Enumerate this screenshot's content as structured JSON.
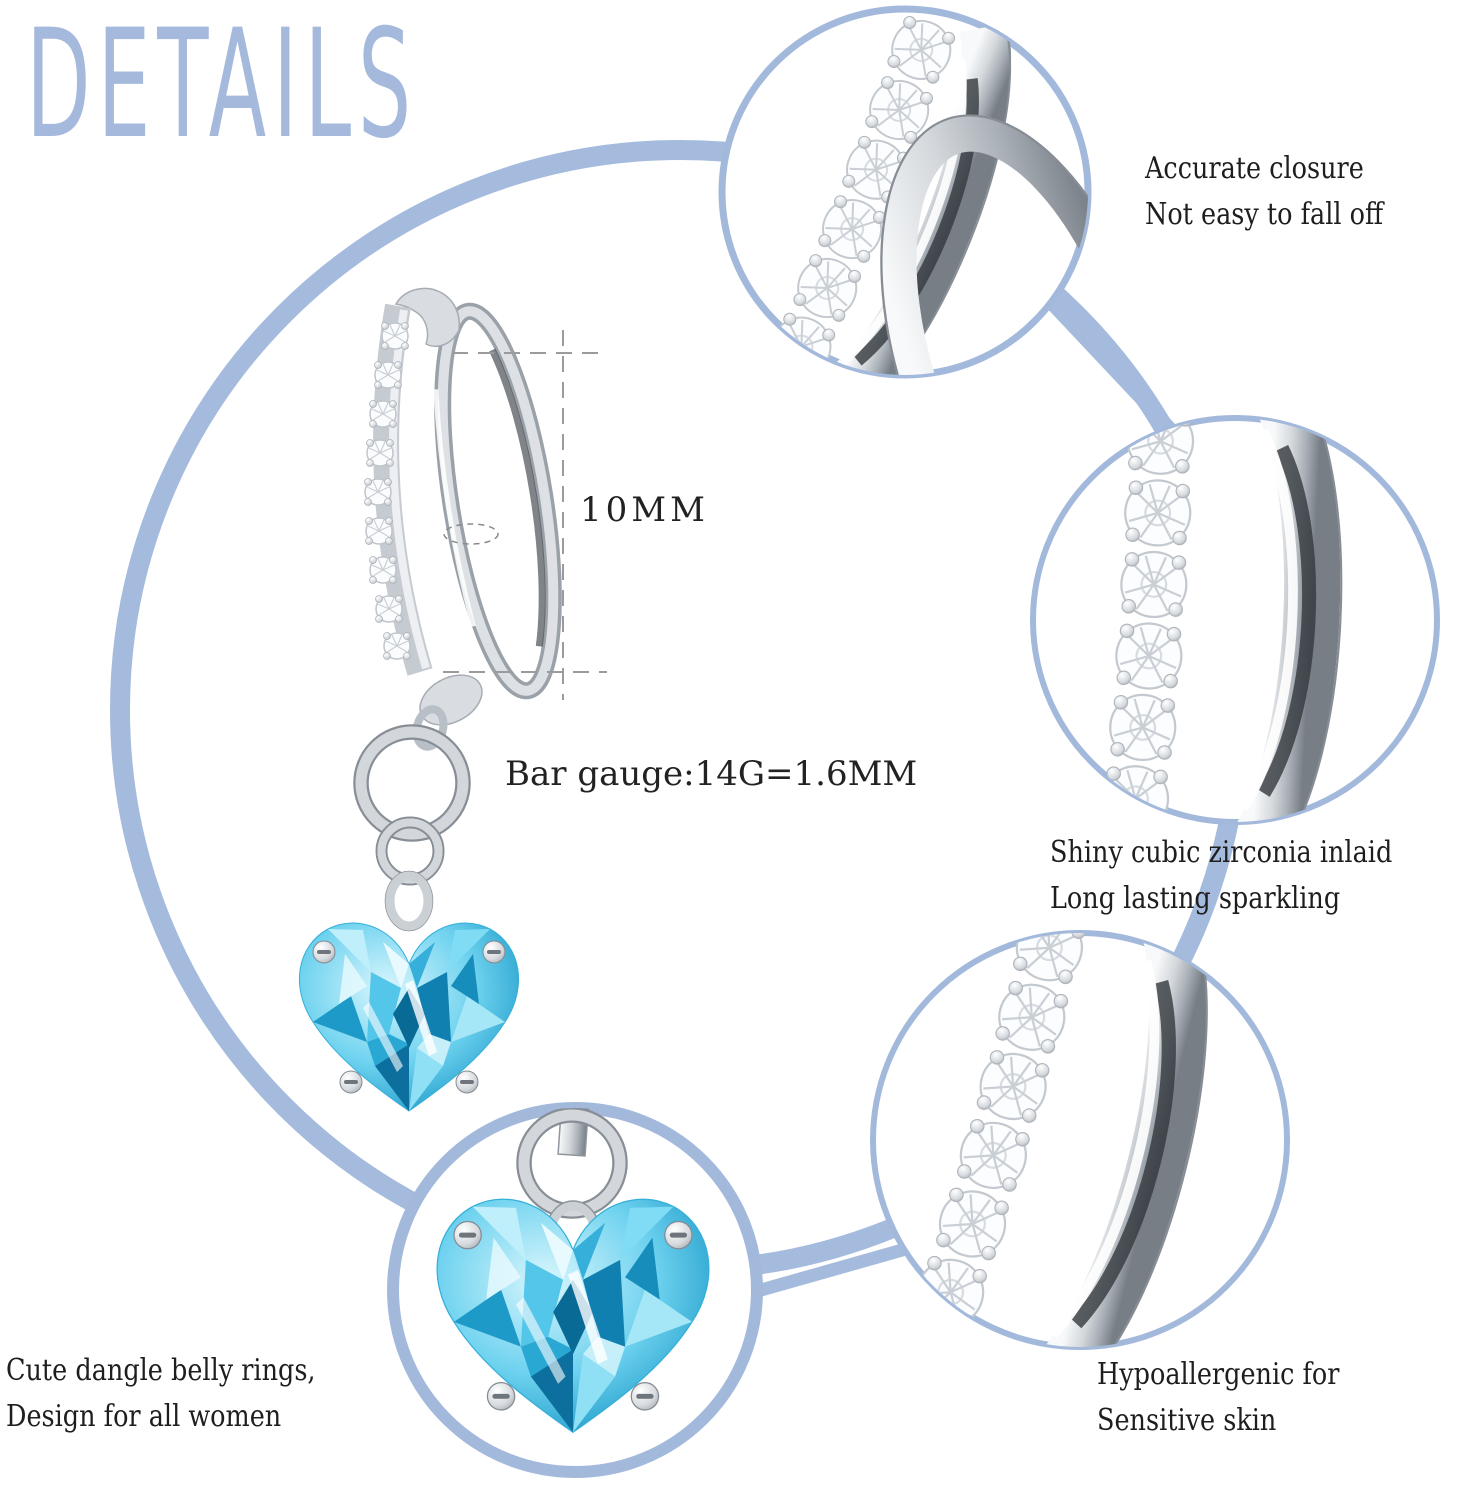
{
  "title": "DETAILS",
  "measurements": {
    "ring_diameter": "10MM",
    "bar_gauge": "Bar gauge:14G=1.6MM"
  },
  "annotations": {
    "closure": {
      "line1": "Accurate closure",
      "line2": "Not easy to fall off"
    },
    "zirconia": {
      "line1": "Shiny cubic zirconia inlaid",
      "line2": "Long lasting sparkling"
    },
    "hypoallergenic": {
      "line1": "Hypoallergenic for",
      "line2": "Sensitive skin"
    },
    "design": {
      "line1": "Cute dangle belly rings,",
      "line2": "Design for all women"
    }
  },
  "colors": {
    "accent_blue": "#A5BBDD",
    "title_blue": "#A4B9DC",
    "text_dark": "#1E1E1E",
    "gem_blue_light": "#7FDCF4",
    "gem_blue_mid": "#29A8D6",
    "gem_blue_deep": "#0F80AF",
    "silver_light": "#F2F4F6",
    "silver_mid": "#C9CED4",
    "silver_dark": "#8E959C",
    "dashed_gray": "#9B9B9B",
    "background": "#FFFFFF"
  }
}
